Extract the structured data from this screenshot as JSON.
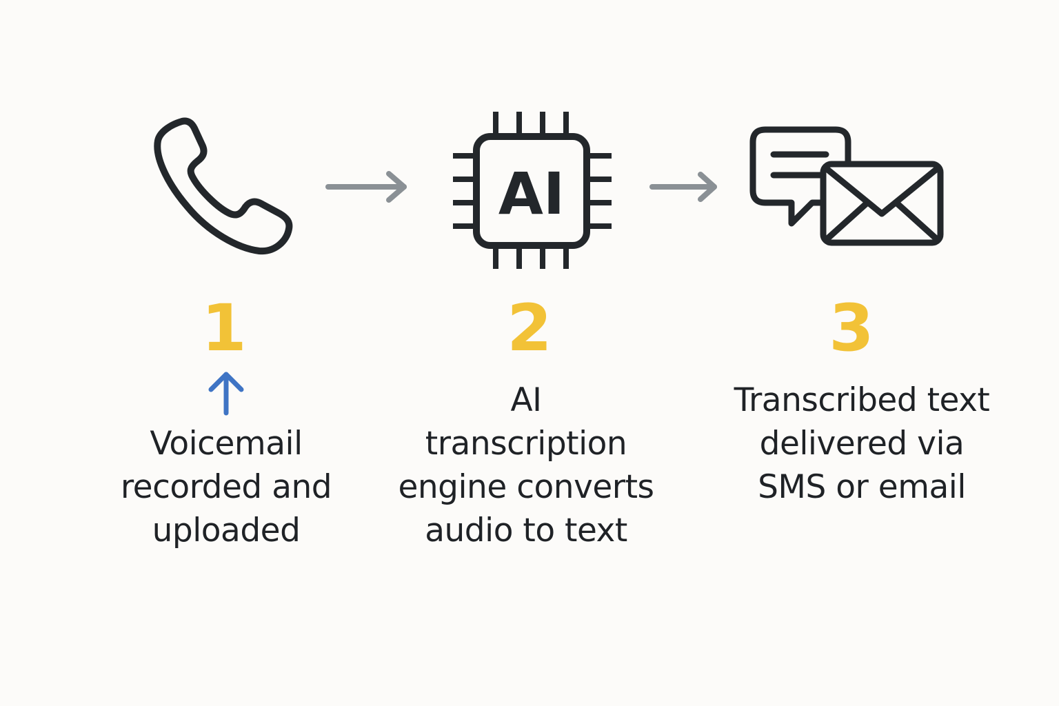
{
  "colors": {
    "background": "#fcfbf9",
    "icon_stroke": "#23272b",
    "arrow": "#8a9095",
    "step_number": "#f2c237",
    "upload_arrow": "#3f74c4",
    "text": "#1f2226"
  },
  "chip_label": "AI",
  "steps": [
    {
      "number": "1",
      "icon": "phone-icon",
      "caption": [
        "Voicemail",
        "recorded and",
        "uploaded"
      ]
    },
    {
      "number": "2",
      "icon": "ai-chip-icon",
      "caption": [
        "AI",
        "transcription",
        "engine converts",
        "audio to text"
      ]
    },
    {
      "number": "3",
      "icon": "message-mail-icon",
      "caption": [
        "Transcribed text",
        "delivered via",
        "SMS or email"
      ]
    }
  ]
}
